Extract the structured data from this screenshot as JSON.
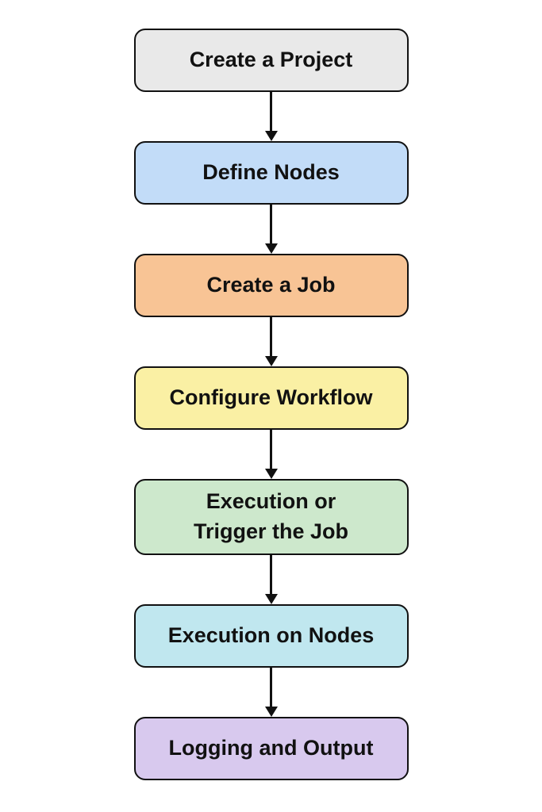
{
  "diagram": {
    "type": "flowchart",
    "direction": "top-down",
    "border_color": "#111111",
    "text_color": "#111111",
    "background_color": "#ffffff",
    "steps": [
      {
        "label": "Create a Project",
        "fill": "#e9e9e9"
      },
      {
        "label": "Define Nodes",
        "fill": "#c2dcf8"
      },
      {
        "label": "Create a Job",
        "fill": "#f8c495"
      },
      {
        "label": "Configure Workflow",
        "fill": "#faf0a4"
      },
      {
        "label": "Execution or\nTrigger the Job",
        "fill": "#cde8cc"
      },
      {
        "label": "Execution on Nodes",
        "fill": "#c0e7ef"
      },
      {
        "label": "Logging and Output",
        "fill": "#d8c9ee"
      }
    ],
    "connector": "arrow-down"
  }
}
